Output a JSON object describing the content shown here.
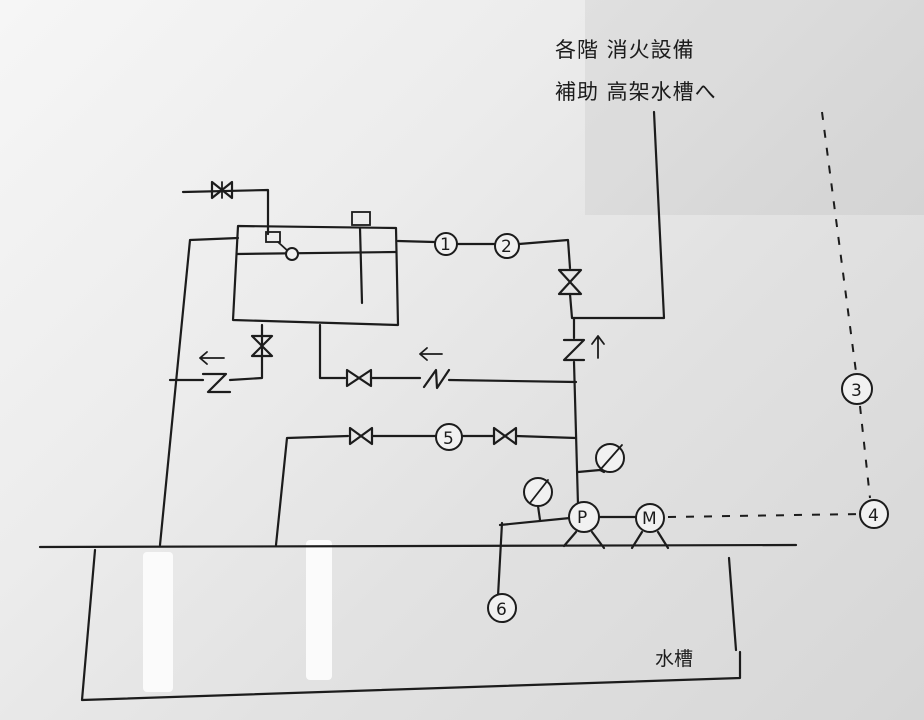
{
  "note_line1": "各階 消火設備",
  "note_line2": "補助 高架水槽へ",
  "water_label": "水槽",
  "pump_label": "P",
  "motor_label": "M",
  "node_labels": [
    "1",
    "2",
    "3",
    "4",
    "5",
    "6"
  ],
  "colors": {
    "ink": "#1c1c1c",
    "paper": "#eeeeee"
  }
}
